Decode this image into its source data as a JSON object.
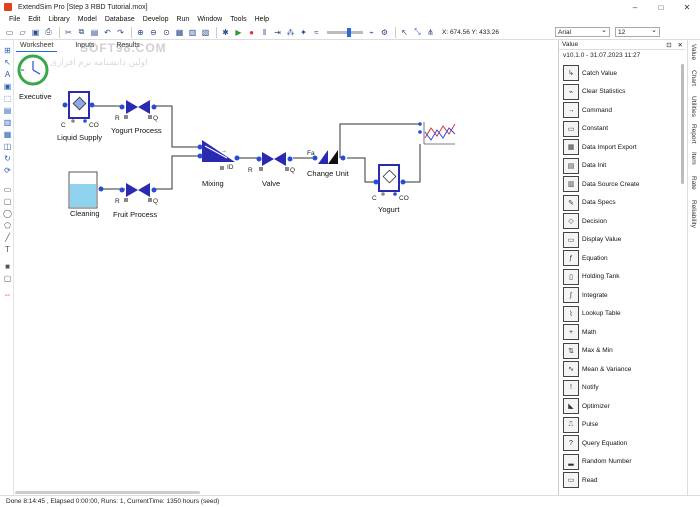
{
  "window": {
    "title": "ExtendSim Pro  [Step 3 RBD Tutorial.mox]",
    "controls": [
      "–",
      "□",
      "✕"
    ]
  },
  "menu": [
    "File",
    "Edit",
    "Library",
    "Model",
    "Database",
    "Develop",
    "Run",
    "Window",
    "Tools",
    "Help"
  ],
  "toolbar": {
    "coords": "X: 674.56 Y: 433.26",
    "font": "Arial",
    "font_size": "12"
  },
  "worksheet_tabs": [
    "Worksheet",
    "Inputs",
    "Results"
  ],
  "watermark": {
    "text": "SOFT98.COM",
    "subtext": "اولین دانشنامه نرم افزاری"
  },
  "model": {
    "executive": "Executive",
    "blocks": {
      "liquid_supply": "Liquid Supply",
      "yogurt_process": "Yogurt Process",
      "cleaning": "Cleaning",
      "fruit_process": "Fruit Process",
      "mixing": "Mixing",
      "valve": "Valve",
      "change_unit": "Change Unit",
      "yogurt": "Yogurt"
    },
    "ports": {
      "c": "C",
      "co": "CO",
      "r": "R",
      "q": "Q",
      "id": "ID",
      "fa": "Fa"
    }
  },
  "status": "Done 8:14:45 , Elapsed 0:00:00, Runs: 1, CurrentTime: 1350 hours (seed)",
  "library_panel": {
    "title": "Value",
    "version": "v10.1.0 - 31.07.2023 11:27",
    "items": [
      {
        "label": "Catch Value",
        "icon": "catch-value-icon",
        "glyph": "↳"
      },
      {
        "label": "Clear Statistics",
        "icon": "clear-statistics-icon",
        "glyph": "⌁"
      },
      {
        "label": "Command",
        "icon": "command-icon",
        "glyph": "→"
      },
      {
        "label": "Constant",
        "icon": "constant-icon",
        "glyph": "▭"
      },
      {
        "label": "Data Import Export",
        "icon": "data-import-export-icon",
        "glyph": "▦"
      },
      {
        "label": "Data Init",
        "icon": "data-init-icon",
        "glyph": "▤"
      },
      {
        "label": "Data Source Create",
        "icon": "data-source-create-icon",
        "glyph": "▥"
      },
      {
        "label": "Data Specs",
        "icon": "data-specs-icon",
        "glyph": "✎"
      },
      {
        "label": "Decision",
        "icon": "decision-icon",
        "glyph": "◇"
      },
      {
        "label": "Display Value",
        "icon": "display-value-icon",
        "glyph": "▭"
      },
      {
        "label": "Equation",
        "icon": "equation-icon",
        "glyph": "ƒ"
      },
      {
        "label": "Holding Tank",
        "icon": "holding-tank-icon",
        "glyph": "▯"
      },
      {
        "label": "Integrate",
        "icon": "integrate-icon",
        "glyph": "∫"
      },
      {
        "label": "Lookup Table",
        "icon": "lookup-table-icon",
        "glyph": "⌇"
      },
      {
        "label": "Math",
        "icon": "math-icon",
        "glyph": "+"
      },
      {
        "label": "Max & Min",
        "icon": "max-min-icon",
        "glyph": "⇅"
      },
      {
        "label": "Mean & Variance",
        "icon": "mean-variance-icon",
        "glyph": "∿"
      },
      {
        "label": "Notify",
        "icon": "notify-icon",
        "glyph": "!"
      },
      {
        "label": "Optimizer",
        "icon": "optimizer-icon",
        "glyph": "◣"
      },
      {
        "label": "Pulse",
        "icon": "pulse-icon",
        "glyph": "⎍"
      },
      {
        "label": "Query Equation",
        "icon": "query-equation-icon",
        "glyph": "?"
      },
      {
        "label": "Random Number",
        "icon": "random-number-icon",
        "glyph": "▂"
      },
      {
        "label": "Read",
        "icon": "read-icon",
        "glyph": "▭"
      }
    ]
  },
  "side_tabs": [
    "Value",
    "Chart",
    "Utilities",
    "Report",
    "Item",
    "Rate",
    "Reliability"
  ],
  "colors": {
    "block_blue": "#2a2ab0",
    "port_blue": "#2a4bd8",
    "exec_green": "#3aa84a",
    "tank_fill": "#8fd3ef"
  }
}
